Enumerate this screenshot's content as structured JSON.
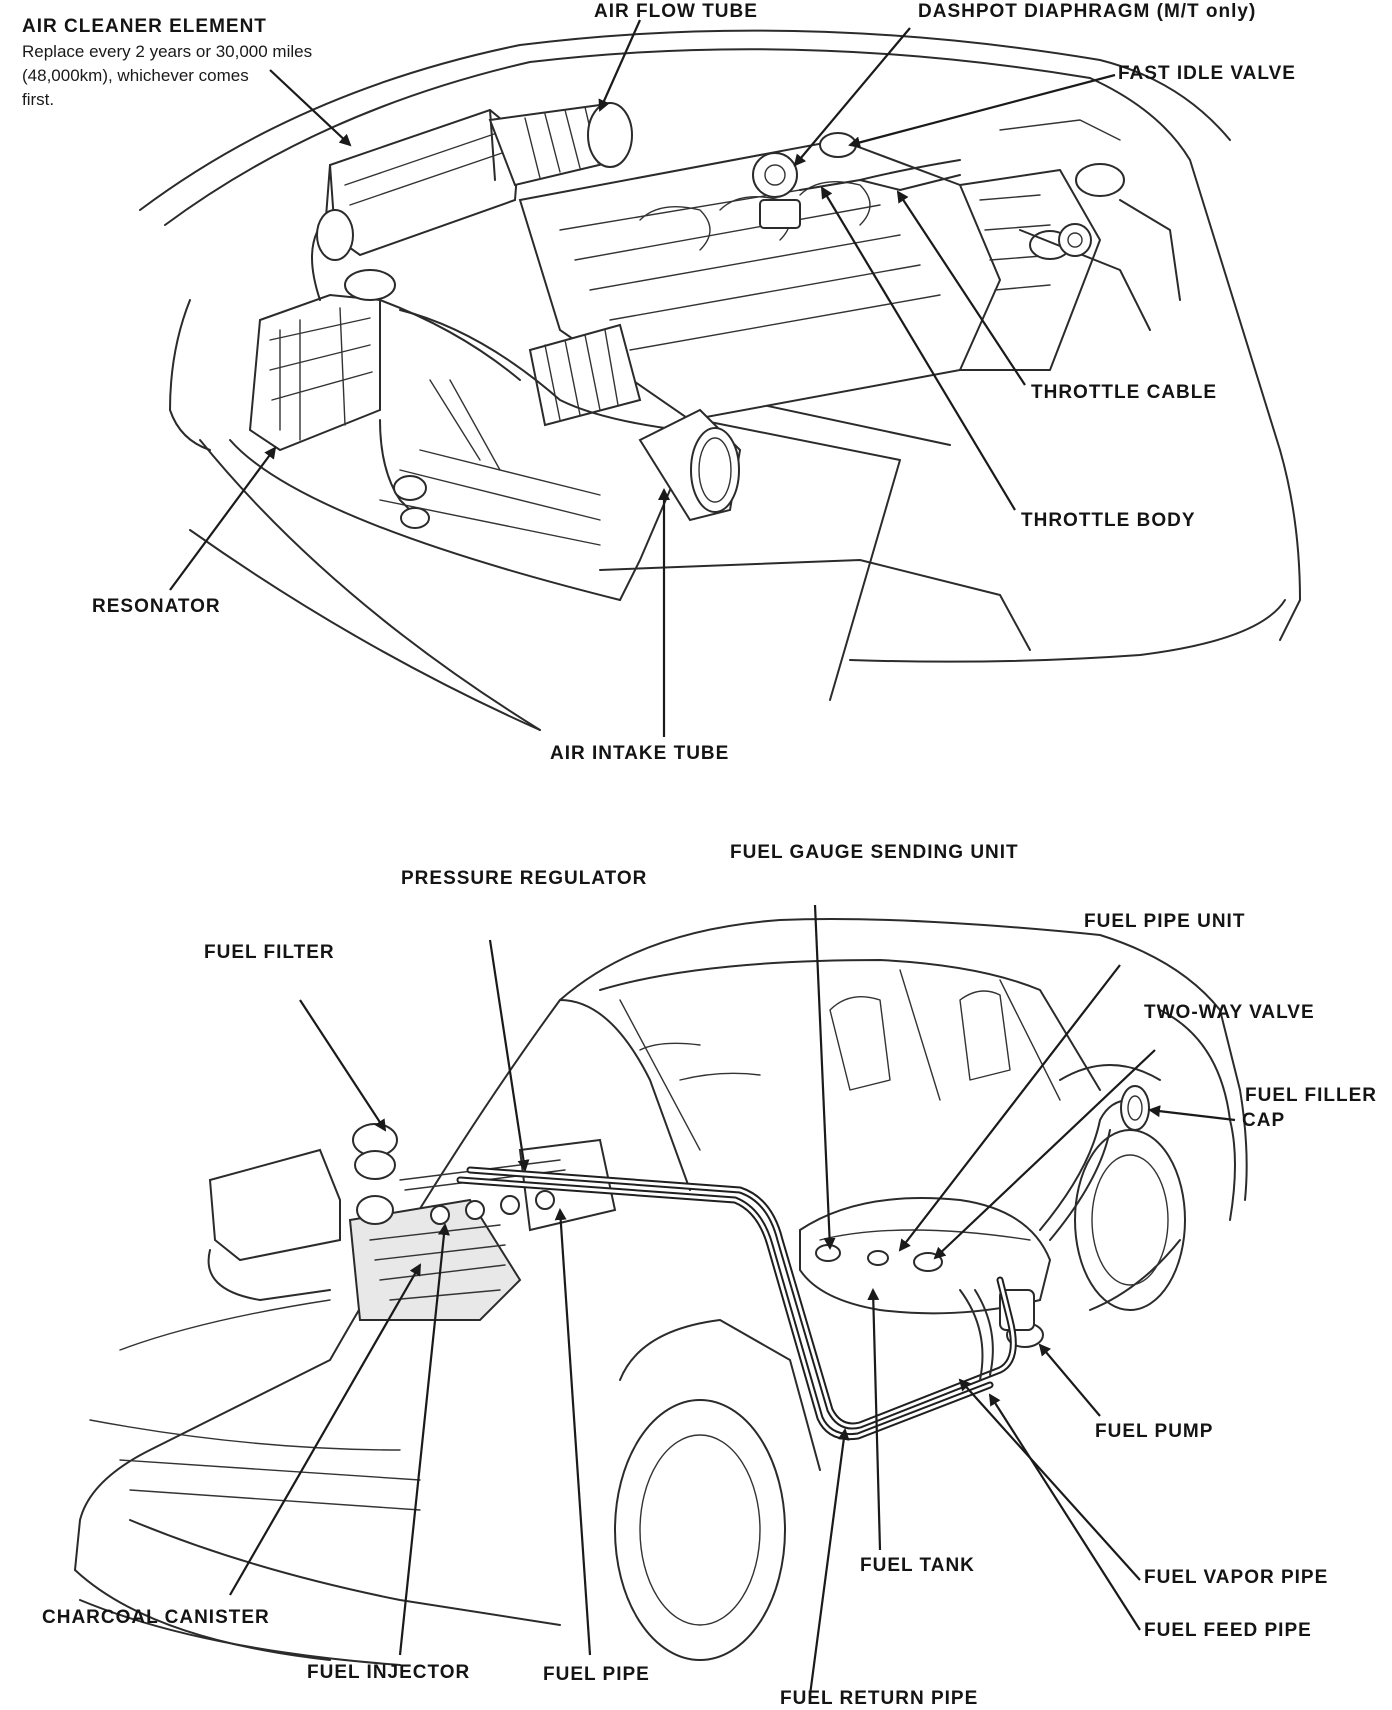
{
  "engine_diagram": {
    "labels": {
      "air_cleaner_element": "AIR CLEANER ELEMENT",
      "air_cleaner_note": [
        "Replace every 2 years or 30,000 miles",
        "(48,000km), whichever comes",
        "first."
      ],
      "air_flow_tube": "AIR FLOW TUBE",
      "dashpot_diaphragm": "DASHPOT DIAPHRAGM (M/T only)",
      "fast_idle_valve": "FAST IDLE VALVE",
      "throttle_cable": "THROTTLE CABLE",
      "throttle_body": "THROTTLE BODY",
      "resonator": "RESONATOR",
      "air_intake_tube": "AIR INTAKE TUBE"
    }
  },
  "fuel_system_diagram": {
    "labels": {
      "pressure_regulator": "PRESSURE REGULATOR",
      "fuel_gauge_sending_unit": "FUEL GAUGE SENDING UNIT",
      "fuel_filter": "FUEL FILTER",
      "fuel_pipe_unit": "FUEL PIPE UNIT",
      "two_way_valve": "TWO-WAY VALVE",
      "fuel_filler_cap_line1": "FUEL FILLER",
      "fuel_filler_cap_line2": "CAP",
      "fuel_pump": "FUEL PUMP",
      "fuel_tank": "FUEL TANK",
      "fuel_vapor_pipe": "FUEL VAPOR PIPE",
      "fuel_feed_pipe": "FUEL FEED PIPE",
      "charcoal_canister": "CHARCOAL CANISTER",
      "fuel_injector": "FUEL INJECTOR",
      "fuel_pipe": "FUEL PIPE",
      "fuel_return_pipe": "FUEL RETURN PIPE"
    }
  }
}
